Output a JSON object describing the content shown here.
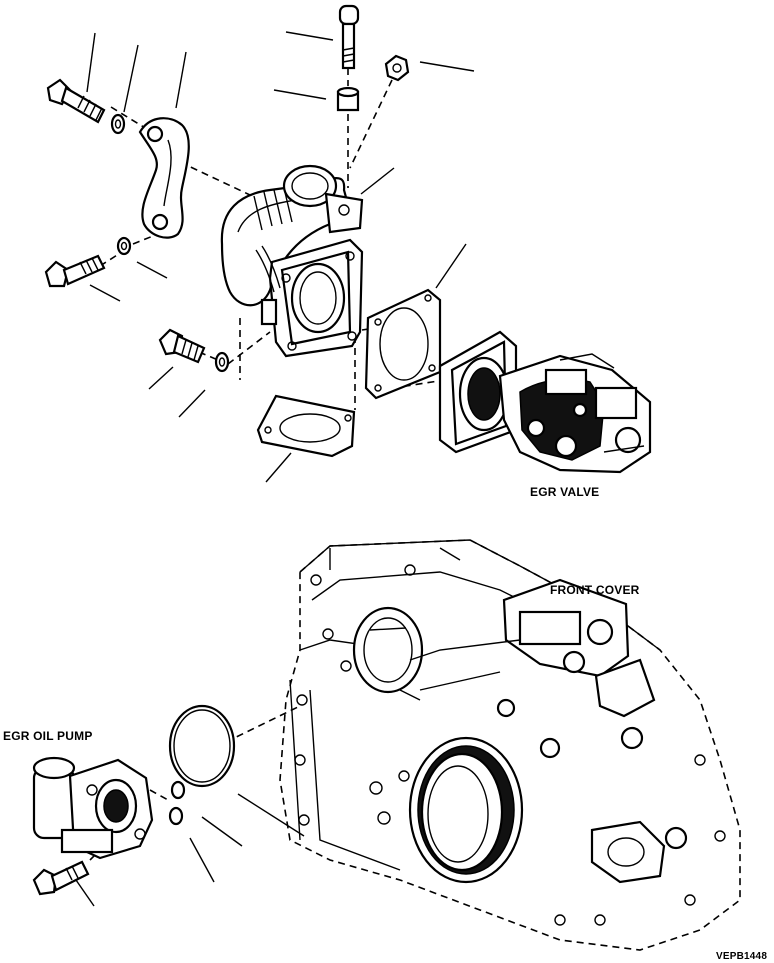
{
  "labels": {
    "egr_valve": "EGR VALVE",
    "front_cover": "FRONT COVER",
    "egr_oil_pump": "EGR OIL PUMP",
    "drawing_id": "VEPB1448"
  }
}
